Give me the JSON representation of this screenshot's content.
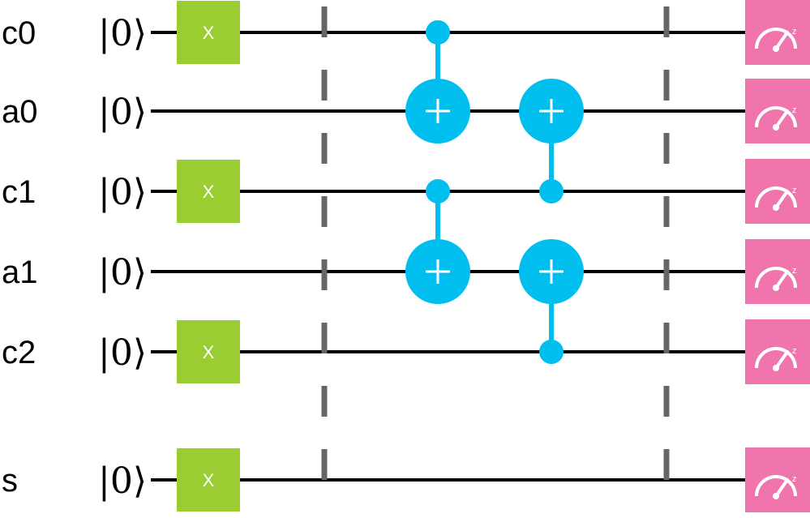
{
  "circuit": {
    "colors": {
      "wire": "#000000",
      "x_gate": "#9ACD32",
      "cnot": "#00BFEF",
      "measure": "#F075AC",
      "barrier": "#666666"
    },
    "qubits": [
      {
        "label": "c0",
        "init": "|0⟩"
      },
      {
        "label": "a0",
        "init": "|0⟩"
      },
      {
        "label": "c1",
        "init": "|0⟩"
      },
      {
        "label": "a1",
        "init": "|0⟩"
      },
      {
        "label": "c2",
        "init": "|0⟩"
      },
      {
        "label": "s",
        "init": "|0⟩"
      }
    ],
    "x_gate_label": "X",
    "x_gates_on": [
      0,
      2,
      4,
      5
    ],
    "barriers": 2,
    "cnots": [
      {
        "step": 1,
        "control": 0,
        "target": 1
      },
      {
        "step": 1,
        "control": 2,
        "target": 3
      },
      {
        "step": 2,
        "control": 2,
        "target": 1
      },
      {
        "step": 2,
        "control": 4,
        "target": 3
      }
    ],
    "measure_icon": "measure-z-icon",
    "measure_basis": "z",
    "measure_on": [
      0,
      1,
      2,
      3,
      4,
      5
    ]
  }
}
